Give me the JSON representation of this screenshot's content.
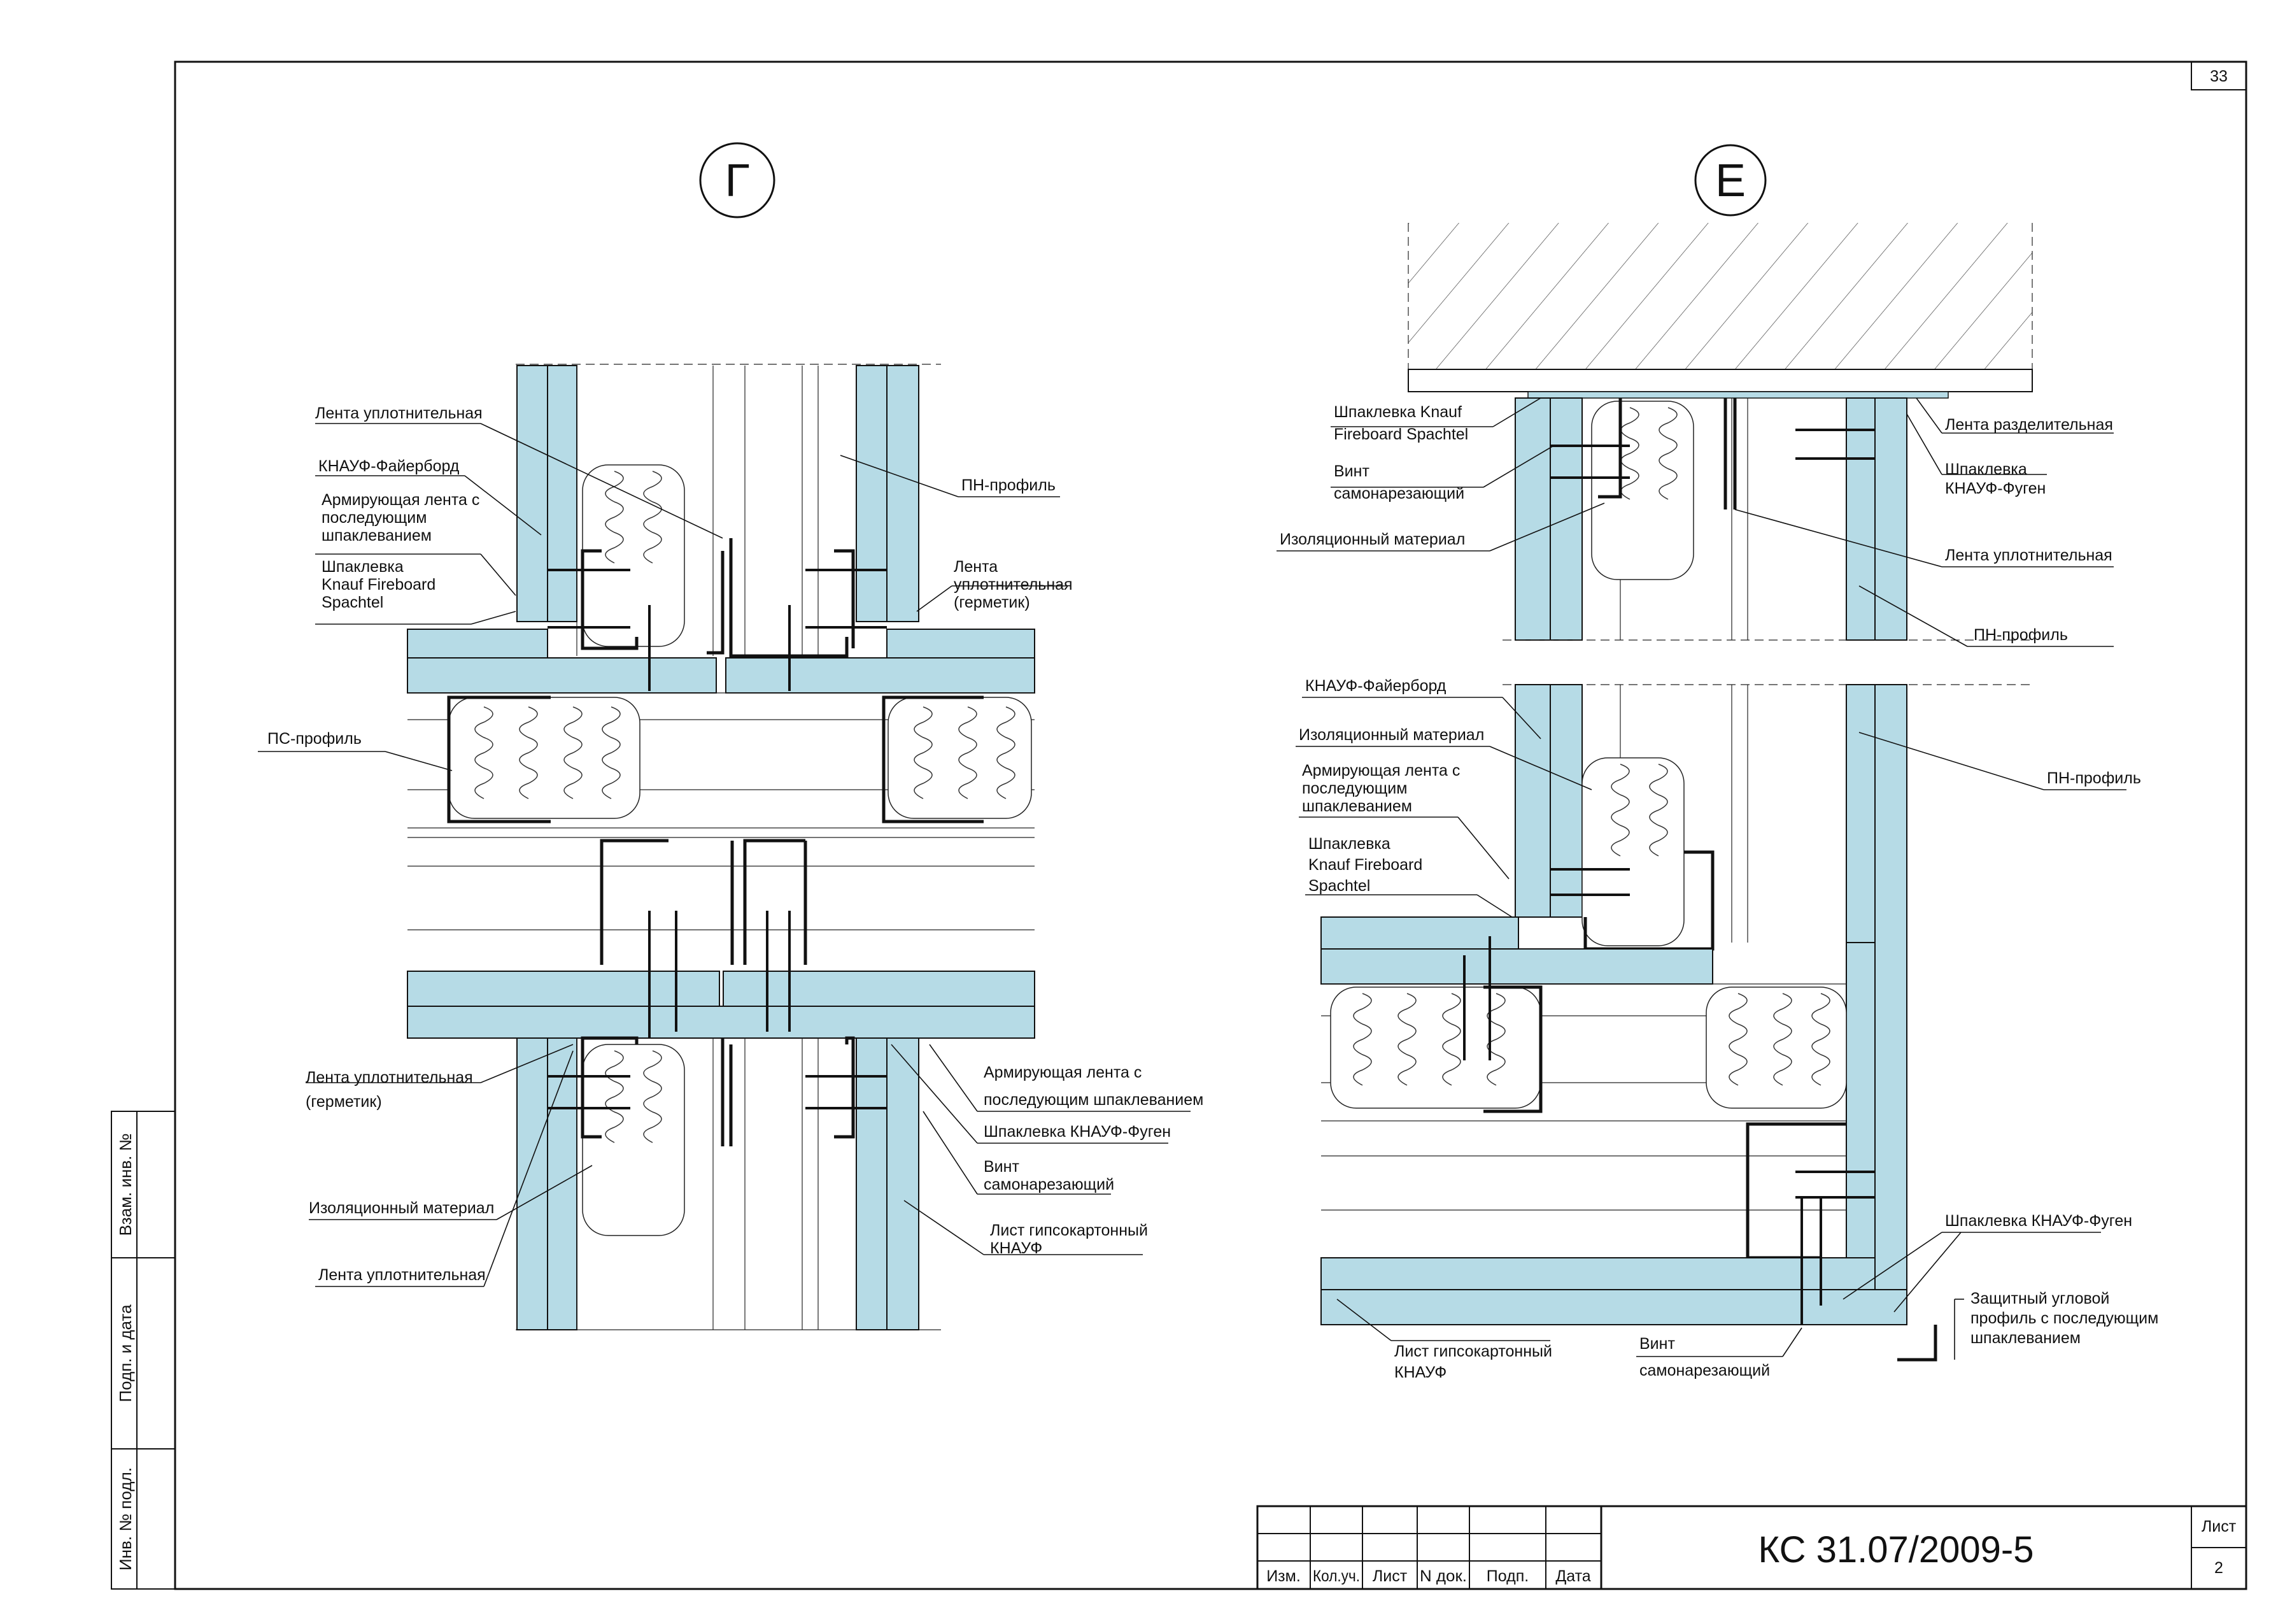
{
  "sheet_number_top": "33",
  "detail_g": {
    "marker": "Г",
    "labels": {
      "tape_seal_top": "Лента уплотнительная",
      "fireboard": "КНАУФ-Файерборд",
      "reinforcing_tape": [
        "Армирующая лента с",
        "последующим",
        "шпаклеванием"
      ],
      "spachtel": [
        "Шпаклевка",
        "Knauf Fireboard",
        "Spachtel"
      ],
      "pn_profile": "ПН-профиль",
      "tape_hermetic_right": [
        "Лента",
        "уплотнительная",
        "(герметик)"
      ],
      "ps_profile": "ПС-профиль",
      "tape_hermetic_left": [
        "Лента уплотнительная",
        "(герметик)"
      ],
      "insulation": "Изоляционный материал",
      "tape_seal_bottom": "Лента уплотнительная",
      "reinforcing_tape_right": [
        "Армирующая лента с",
        "последующим шпаклеванием"
      ],
      "fugen": "Шпаклевка КНАУФ-Фуген",
      "screw": [
        "Винт",
        "самонарезающий"
      ],
      "gkl_sheet": [
        "Лист гипсокартонный",
        "КНАУФ"
      ]
    }
  },
  "detail_e": {
    "marker": "Е",
    "labels": {
      "spachtel_top": [
        "Шпаклевка Knauf",
        "Fireboard Spachtel"
      ],
      "screw_top": [
        "Винт",
        "самонарезающий"
      ],
      "insulation_top": "Изоляционный материал",
      "separating_tape": "Лента разделительная",
      "fugen_top": [
        "Шпаклевка",
        "КНАУФ-Фуген"
      ],
      "tape_seal": "Лента уплотнительная",
      "pn_profile_top": "ПН-профиль",
      "fireboard": "КНАУФ-Файерборд",
      "insulation": "Изоляционный материал",
      "reinforcing_tape": [
        "Армирующая лента с",
        "последующим",
        "шпаклеванием"
      ],
      "spachtel": [
        "Шпаклевка",
        "Knauf Fireboard",
        "Spachtel"
      ],
      "pn_profile": "ПН-профиль",
      "fugen": "Шпаклевка КНАУФ-Фуген",
      "corner_profile": [
        "Защитный угловой",
        "профиль с последующим",
        "шпаклеванием"
      ],
      "gkl_sheet": [
        "Лист гипсокартонный",
        "КНАУФ"
      ],
      "screw": [
        "Винт",
        "самонарезающий"
      ]
    }
  },
  "title_block": {
    "columns": [
      "Изм.",
      "Кол.уч.",
      "Лист",
      "N док.",
      "Подп.",
      "Дата"
    ],
    "document_code": "КС 31.07/2009-5",
    "sheet_label": "Лист",
    "sheet_value": "2"
  },
  "side_stamp": [
    "Инв. № подл.",
    "Подп. и дата",
    "Взам. инв. №"
  ],
  "colors": {
    "board": "#b6dbe6",
    "line": "#111111"
  }
}
